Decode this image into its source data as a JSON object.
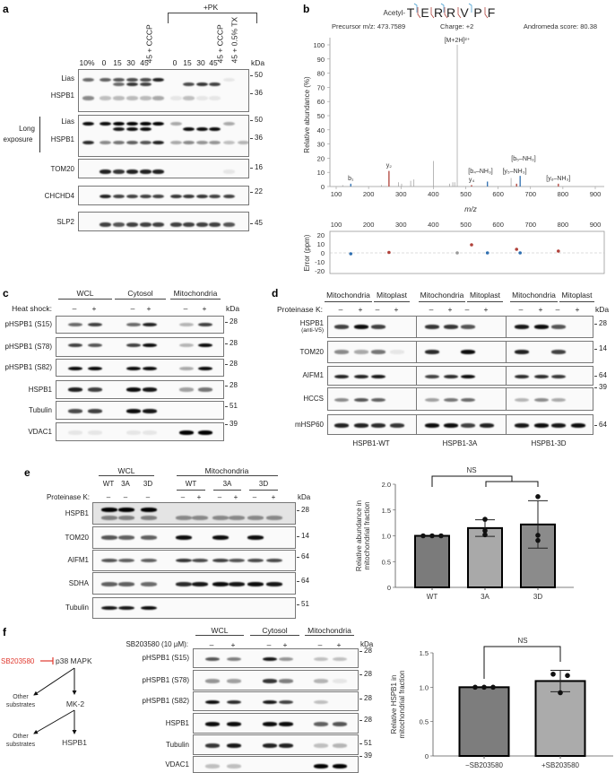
{
  "panel_labels": {
    "a": "a",
    "b": "b",
    "c": "c",
    "d": "d",
    "e": "e",
    "f": "f"
  },
  "a": {
    "pk_label": "+PK",
    "kda_header": "kDa",
    "lanes": [
      "10%",
      "0",
      "15",
      "30",
      "45",
      "45 + CCCP",
      "0",
      "15",
      "30",
      "45",
      "45 + CCCP",
      "45 + 0.5% TX"
    ],
    "long_exposure": [
      "Long",
      "exposure"
    ],
    "rows": [
      {
        "labels": [
          "Lias",
          "HSPB1"
        ],
        "kda": [
          "50",
          "36"
        ],
        "bands": [
          [
            0.5,
            0.55,
            0.6,
            0.65,
            0.65,
            0.85,
            0,
            0,
            0,
            0,
            0.05,
            0
          ],
          [
            0,
            0,
            0.5,
            0.75,
            0.7,
            0,
            0,
            0.65,
            0.75,
            0.7,
            0,
            0
          ],
          [
            0.35,
            0.1,
            0.12,
            0.12,
            0.12,
            0.2,
            0.05,
            0.1,
            0.08,
            0.08,
            0,
            0
          ]
        ]
      },
      {
        "labels": [
          "Lias",
          "HSPB1"
        ],
        "kda": [
          "50",
          "36"
        ],
        "bands": [
          [
            0.95,
            0.95,
            1,
            1,
            1,
            1,
            0.2,
            0,
            0,
            0,
            0.2,
            0
          ],
          [
            0,
            0,
            0.9,
            0.95,
            0.95,
            0,
            0,
            0.95,
            0.95,
            0.95,
            0,
            0
          ],
          [
            0.8,
            0.35,
            0.45,
            0.55,
            0.6,
            0.85,
            0.2,
            0.35,
            0.3,
            0.3,
            0.1,
            0.15
          ]
        ]
      },
      {
        "labels": [
          "TOM20"
        ],
        "kda": [
          "16"
        ],
        "bands": [
          [
            0,
            0.85,
            0.75,
            0.85,
            0.85,
            0.85,
            0,
            0,
            0,
            0,
            0.08,
            0
          ]
        ]
      },
      {
        "labels": [
          "CHCHD4"
        ],
        "kda": [
          "22"
        ],
        "bands": [
          [
            0,
            0.85,
            0.7,
            0.7,
            0.7,
            0.7,
            0.75,
            0.75,
            0.75,
            0.7,
            0.7,
            0
          ]
        ]
      },
      {
        "labels": [
          "SLP2"
        ],
        "kda": [
          "45"
        ],
        "bands": [
          [
            0,
            0.7,
            0.6,
            0.7,
            0.7,
            0.7,
            0.7,
            0.7,
            0.7,
            0.7,
            0.6,
            0
          ]
        ]
      }
    ]
  },
  "b": {
    "modification": "Acetyl-",
    "sequence": [
      "T",
      "E",
      "R",
      "R",
      "V",
      "P",
      "F"
    ],
    "precursor": "Precursor m/z: 473.7589",
    "charge": "Charge: +2",
    "score": "Andromeda score: 80.38",
    "chart_data": [
      {
        "type": "bar",
        "xlabel": "m/z",
        "ylabel": "Relative abundance (%)",
        "xlim": [
          80,
          950
        ],
        "ylim": [
          0,
          100
        ],
        "xticks": [
          100,
          200,
          300,
          400,
          500,
          600,
          700,
          800,
          900
        ],
        "yticks": [
          0,
          10,
          20,
          30,
          40,
          50,
          60,
          70,
          80,
          90,
          100
        ],
        "colors": {
          "b_ion": "#2f6fb0",
          "y_ion": "#b0413a",
          "unassigned": "#9a9a9a"
        },
        "peaks": [
          {
            "mz": 120,
            "intensity": 1,
            "type": "unassigned"
          },
          {
            "mz": 145,
            "intensity": 2,
            "type": "b_ion",
            "label": "b₁"
          },
          {
            "mz": 240,
            "intensity": 1,
            "type": "unassigned"
          },
          {
            "mz": 263,
            "intensity": 11,
            "type": "y_ion",
            "label": "y₂"
          },
          {
            "mz": 292,
            "intensity": 3,
            "type": "unassigned"
          },
          {
            "mz": 302,
            "intensity": 2,
            "type": "unassigned"
          },
          {
            "mz": 330,
            "intensity": 4,
            "type": "unassigned"
          },
          {
            "mz": 340,
            "intensity": 5,
            "type": "unassigned"
          },
          {
            "mz": 400,
            "intensity": 18,
            "type": "unassigned"
          },
          {
            "mz": 450,
            "intensity": 2,
            "type": "unassigned"
          },
          {
            "mz": 460,
            "intensity": 3,
            "type": "unassigned"
          },
          {
            "mz": 466,
            "intensity": 3,
            "type": "unassigned"
          },
          {
            "mz": 473.76,
            "intensity": 100,
            "type": "unassigned",
            "label": "[M+2H]²⁺"
          },
          {
            "mz": 518,
            "intensity": 1,
            "type": "y_ion",
            "label": "y₄"
          },
          {
            "mz": 567,
            "intensity": 3.5,
            "type": "b_ion",
            "label": "[b₄–NH₃]"
          },
          {
            "mz": 640,
            "intensity": 6,
            "type": "unassigned"
          },
          {
            "mz": 657,
            "intensity": 2,
            "type": "y_ion",
            "label": "[y₅–NH₃]"
          },
          {
            "mz": 668,
            "intensity": 7.5,
            "type": "b_ion",
            "label": "[b₅–NH₃]"
          },
          {
            "mz": 786,
            "intensity": 2,
            "type": "y_ion",
            "label": "[y₆–NH₃]"
          }
        ]
      },
      {
        "type": "scatter",
        "ylabel": "Error (ppm)",
        "xlim": [
          80,
          950
        ],
        "ylim": [
          -20,
          20
        ],
        "xticks": [
          100,
          200,
          300,
          400,
          500,
          600,
          700,
          800,
          900
        ],
        "yticks": [
          20,
          10,
          0,
          -10,
          -20
        ],
        "points": [
          {
            "mz": 145,
            "error": -1,
            "type": "b_ion"
          },
          {
            "mz": 263,
            "error": 0.5,
            "type": "y_ion"
          },
          {
            "mz": 473.76,
            "error": 0,
            "type": "unassigned"
          },
          {
            "mz": 518,
            "error": 9,
            "type": "y_ion"
          },
          {
            "mz": 567,
            "error": 0,
            "type": "b_ion"
          },
          {
            "mz": 657,
            "error": 4,
            "type": "y_ion"
          },
          {
            "mz": 668,
            "error": 0,
            "type": "b_ion"
          },
          {
            "mz": 786,
            "error": 2,
            "type": "y_ion"
          }
        ]
      }
    ]
  },
  "c": {
    "groups": [
      "WCL",
      "Cytosol",
      "Mitochondria"
    ],
    "condition": "Heat shock:",
    "signs": [
      "–",
      "+",
      "–",
      "+",
      "–",
      "+"
    ],
    "kda_header": "kDa",
    "rows": [
      {
        "labels": [
          "pHSPB1 (S15)"
        ],
        "kda": [
          "28"
        ],
        "bands": [
          [
            0.5,
            0.7,
            0.5,
            0.85,
            0.15,
            0.7
          ]
        ]
      },
      {
        "labels": [
          "pHSPB1 (S78)"
        ],
        "kda": [
          "28"
        ],
        "bands": [
          [
            0.7,
            0.6,
            0.7,
            0.95,
            0.15,
            0.95
          ]
        ]
      },
      {
        "labels": [
          "pHSPB1 (S82)"
        ],
        "kda": [
          "28"
        ],
        "bands": [
          [
            0.95,
            0.95,
            0.95,
            0.95,
            0.2,
            0.95
          ]
        ]
      },
      {
        "labels": [
          "HSPB1"
        ],
        "kda": [
          "28"
        ],
        "bands": [
          [
            0.85,
            0.7,
            0.95,
            0.9,
            0.25,
            0.45
          ]
        ]
      },
      {
        "labels": [
          "Tubulin"
        ],
        "kda": [
          "51"
        ],
        "bands": [
          [
            0.65,
            0.7,
            0.95,
            0.9,
            0,
            0
          ]
        ]
      },
      {
        "labels": [
          "VDAC1"
        ],
        "kda": [
          "39"
        ],
        "bands": [
          [
            0.05,
            0.05,
            0.03,
            0.03,
            1,
            1
          ]
        ]
      }
    ]
  },
  "d": {
    "groups": [
      "Mitochondria",
      "Mitoplast",
      "Mitochondria",
      "Mitoplast",
      "Mitochondria",
      "Mitoplast"
    ],
    "condition": "Proteinase K:",
    "signs": [
      "–",
      "+",
      "–",
      "+",
      "–",
      "+",
      "–",
      "+",
      "–",
      "+",
      "–",
      "+"
    ],
    "kda_header": "kDa",
    "blocks": [
      "HSPB1-WT",
      "HSPB1-3A",
      "HSPB1-3D"
    ],
    "rows": [
      {
        "labels": [
          "HSPB1"
        ],
        "sublabel": "(anti-V5)",
        "kda": [
          "28"
        ],
        "bands": [
          [
            0.7,
            0.95,
            0.7,
            0,
            0.75,
            0.75,
            0.6,
            0,
            0.9,
            0.95,
            0.6,
            0
          ]
        ]
      },
      {
        "labels": [
          "TOM20"
        ],
        "kda": [
          "14"
        ],
        "bands": [
          [
            0.35,
            0.2,
            0.45,
            0.03,
            0.8,
            0,
            0.95,
            0,
            0.85,
            0,
            0.7,
            0
          ]
        ]
      },
      {
        "labels": [
          "AIFM1"
        ],
        "kda": [
          "64"
        ],
        "bands": [
          [
            0.85,
            0.85,
            0.9,
            0,
            0.7,
            0.8,
            0.95,
            0,
            0.8,
            0.8,
            0.75,
            0
          ]
        ]
      },
      {
        "labels": [
          "HCCS"
        ],
        "kda": [
          "39"
        ],
        "bands": [
          [
            0.35,
            0.6,
            0.55,
            0,
            0.25,
            0.45,
            0.5,
            0,
            0.15,
            0.35,
            0.2,
            0
          ]
        ]
      },
      {
        "labels": [
          "mHSP60"
        ],
        "kda": [
          "64"
        ],
        "bands": [
          [
            0.85,
            0.85,
            0.8,
            0.75,
            0.95,
            0.95,
            0.7,
            0.85,
            0.9,
            0.95,
            0.9,
            0.95
          ]
        ]
      }
    ]
  },
  "e": {
    "groups": [
      "WCL",
      "Mitochondria"
    ],
    "wcl_lanes": [
      "WT",
      "3A",
      "3D"
    ],
    "mito_lanes": [
      "WT",
      "3A",
      "3D"
    ],
    "condition": "Proteinase K:",
    "signs": [
      "–",
      "–",
      "–",
      "–",
      "+",
      "–",
      "+",
      "–",
      "+"
    ],
    "kda_header": "kDa",
    "rows": [
      {
        "labels": [
          "HSPB1"
        ],
        "kda": [
          "28"
        ],
        "bands": [
          [
            1,
            1,
            1,
            0,
            0,
            0,
            0,
            0,
            0
          ],
          [
            0.35,
            0.35,
            0.35,
            0.3,
            0.3,
            0.3,
            0.3,
            0.3,
            0.3
          ]
        ]
      },
      {
        "labels": [
          "TOM20"
        ],
        "kda": [
          "14"
        ],
        "bands": [
          [
            0.6,
            0.55,
            0.55,
            0.95,
            0,
            0.95,
            0,
            0.95,
            0
          ]
        ]
      },
      {
        "labels": [
          "AIFM1"
        ],
        "kda": [
          "64"
        ],
        "bands": [
          [
            0.6,
            0.55,
            0.55,
            0.75,
            0.65,
            0.7,
            0.6,
            0.65,
            0.65
          ]
        ]
      },
      {
        "labels": [
          "SDHA"
        ],
        "kda": [
          "64"
        ],
        "bands": [
          [
            0.55,
            0.55,
            0.5,
            0.8,
            0.9,
            0.95,
            0.9,
            0.95,
            0.9
          ]
        ]
      },
      {
        "labels": [
          "Tubulin"
        ],
        "kda": [
          "51"
        ],
        "bands": [
          [
            0.9,
            0.9,
            0.95,
            0,
            0,
            0,
            0,
            0,
            0
          ]
        ]
      }
    ],
    "chart_data": {
      "type": "bar",
      "categories": [
        "WT",
        "3A",
        "3D"
      ],
      "values": [
        1.0,
        1.15,
        1.22
      ],
      "errors": [
        0,
        0.16,
        0.46
      ],
      "points": [
        [
          1.0,
          1.0,
          1.0
        ],
        [
          1.32,
          1.1,
          1.02
        ],
        [
          1.76,
          1.01,
          0.91
        ]
      ],
      "colors": [
        "#7b7b7b",
        "#a9a9a9",
        "#8b8b8b"
      ],
      "ylabel": [
        "Relative abundance in",
        "mitochondrial fraction"
      ],
      "ylim": [
        0,
        2.0
      ],
      "yticks": [
        "0",
        "0.5",
        "1.0",
        "1.5",
        "2.0"
      ],
      "significance": "NS"
    }
  },
  "f": {
    "pathway": {
      "inhibitor": "SB203580",
      "kinase": "p38 MAPK",
      "other1": [
        "Other",
        "substrates"
      ],
      "mk2": "MK-2",
      "other2": [
        "Other",
        "substrates"
      ],
      "target": "HSPB1",
      "inhibitor_color": "#e0392f"
    },
    "groups": [
      "WCL",
      "Cytosol",
      "Mitochondria"
    ],
    "condition": "SB203580 (10 µM):",
    "signs": [
      "–",
      "+",
      "–",
      "+",
      "–",
      "+"
    ],
    "kda_header": "kDa",
    "rows": [
      {
        "labels": [
          "pHSPB1 (S15)"
        ],
        "kda": [
          "28"
        ],
        "bands": [
          [
            0.6,
            0.4,
            0.9,
            0.3,
            0.1,
            0.1
          ]
        ]
      },
      {
        "labels": [
          "pHSPB1 (S78)"
        ],
        "kda": [
          "28"
        ],
        "bands": [
          [
            0.3,
            0.25,
            0.75,
            0.4,
            0.15,
            0.05
          ]
        ]
      },
      {
        "labels": [
          "pHSPB1 (S82)"
        ],
        "kda": [
          "28"
        ],
        "bands": [
          [
            0.95,
            0.8,
            0.9,
            0.7,
            0.1,
            0
          ]
        ]
      },
      {
        "labels": [
          "HSPB1"
        ],
        "kda": [
          "28"
        ],
        "bands": [
          [
            0.95,
            0.95,
            0.95,
            0.95,
            0.55,
            0.6
          ]
        ]
      },
      {
        "labels": [
          "Tubulin"
        ],
        "kda": [
          "51"
        ],
        "bands": [
          [
            0.75,
            0.9,
            0.85,
            0.85,
            0.1,
            0.15
          ]
        ]
      },
      {
        "labels": [
          "VDAC1"
        ],
        "kda": [
          "39"
        ],
        "bands": [
          [
            0.1,
            0.1,
            0,
            0,
            1,
            1
          ]
        ]
      }
    ],
    "chart_data": {
      "type": "bar",
      "categories": [
        "−SB203580",
        "+SB203580"
      ],
      "values": [
        1.0,
        1.09
      ],
      "errors": [
        0,
        0.155
      ],
      "points": [
        [
          1.0,
          1.0,
          1.0
        ],
        [
          1.19,
          1.17,
          0.92
        ]
      ],
      "colors": [
        "#7d7d7d",
        "#ababab"
      ],
      "ylabel": [
        "Relative HSPB1 in",
        "mitochondrial fraction"
      ],
      "ylim": [
        0,
        1.5
      ],
      "yticks": [
        "0",
        "0.5",
        "1.0",
        "1.5"
      ],
      "significance": "NS"
    }
  }
}
